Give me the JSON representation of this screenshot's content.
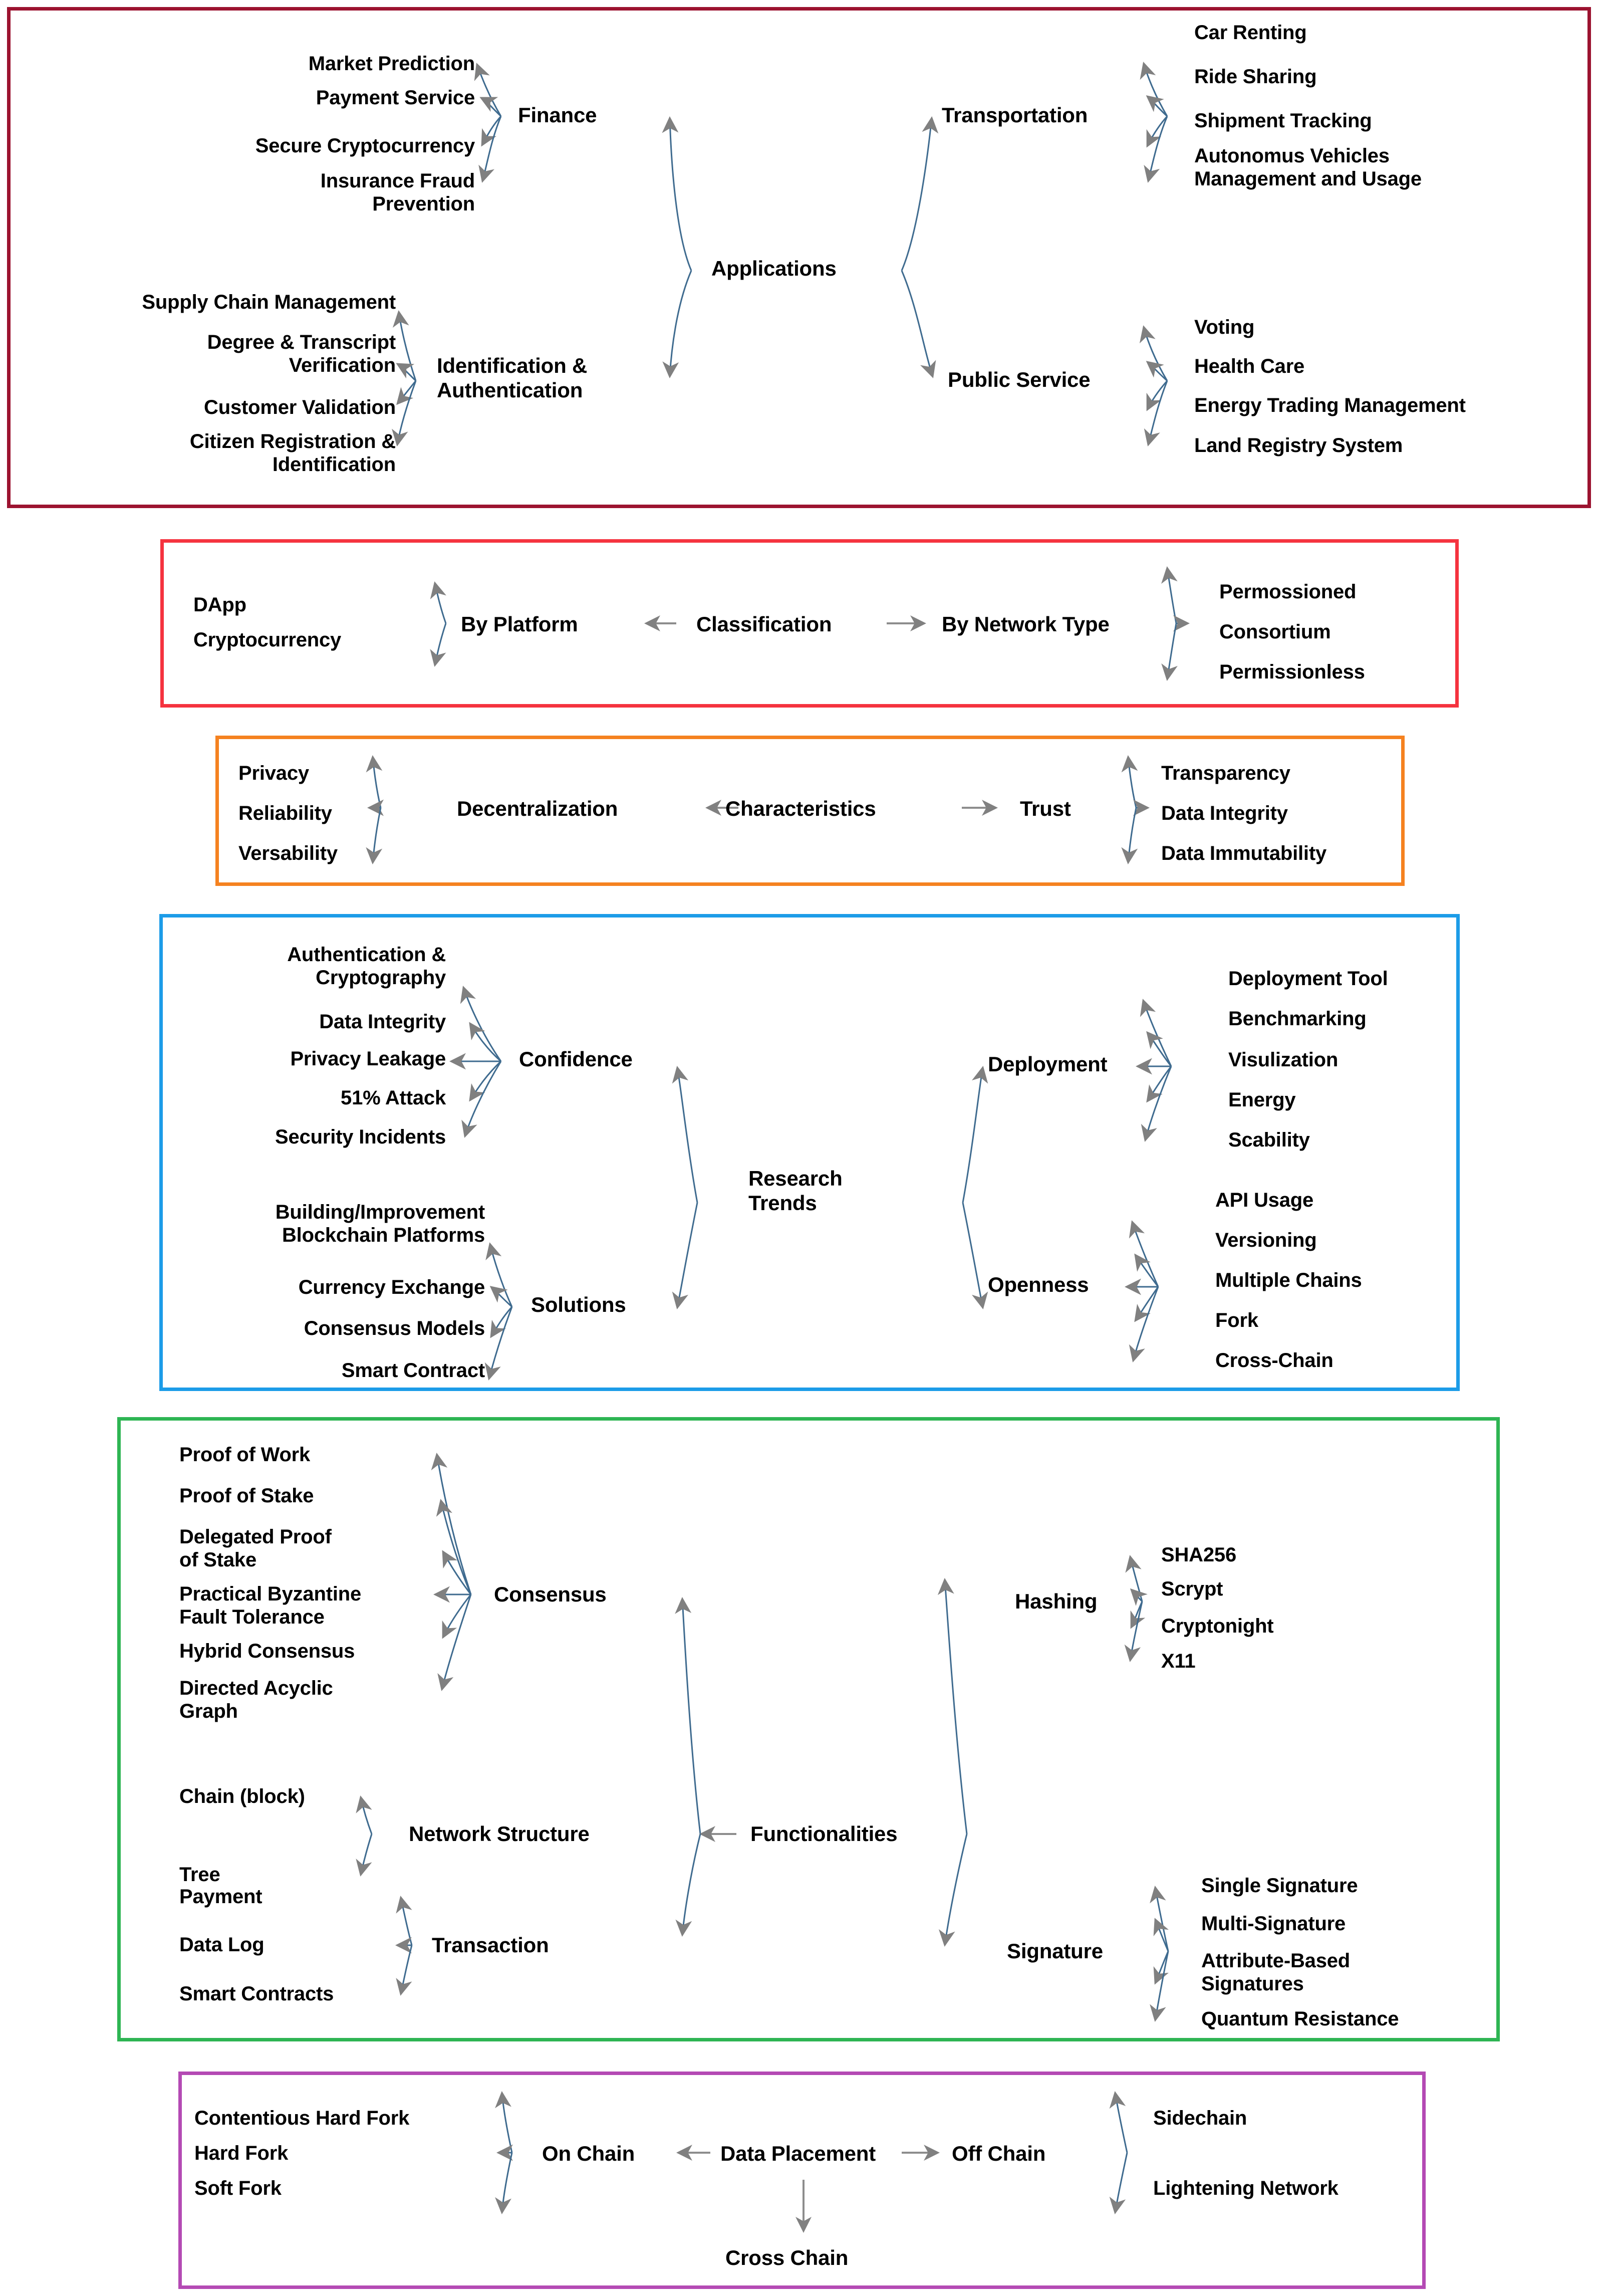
{
  "meta": {
    "title": "Blockchain Research Taxonomy Mind Map"
  },
  "colors": {
    "applications_border": "#9c1330",
    "classification_border": "#f5333f",
    "characteristics_border": "#f58220",
    "research_border": "#1c9ce8",
    "functionalities_border": "#2eb553",
    "data_placement_border": "#b44ab4",
    "text": "#000000",
    "connector": "#3f6b8f",
    "arrowhead": "#808080"
  },
  "sections": [
    {
      "id": "applications",
      "root": "Applications",
      "branches": [
        {
          "name": "Finance",
          "leaves": [
            "Market Prediction",
            "Payment Service",
            "Secure Cryptocurrency",
            "Insurance Fraud\nPrevention"
          ]
        },
        {
          "name": "Identification &\nAuthentication",
          "leaves": [
            "Supply Chain Management",
            "Degree & Transcript\nVerification",
            "Customer Validation",
            "Citizen Registration &\nIdentification"
          ]
        },
        {
          "name": "Transportation",
          "leaves": [
            "Car Renting",
            "Ride Sharing",
            "Shipment Tracking",
            "Autonomus Vehicles\nManagement and Usage"
          ]
        },
        {
          "name": "Public Service",
          "leaves": [
            "Voting",
            "Health Care",
            "Energy Trading Management",
            "Land Registry System"
          ]
        }
      ]
    },
    {
      "id": "classification",
      "root": "Classification",
      "branches": [
        {
          "name": "By Platform",
          "leaves": [
            "DApp",
            "Cryptocurrency"
          ]
        },
        {
          "name": "By Network Type",
          "leaves": [
            "Permossioned",
            "Consortium",
            "Permissionless"
          ]
        }
      ]
    },
    {
      "id": "characteristics",
      "root": "Characteristics",
      "branches": [
        {
          "name": "Decentralization",
          "leaves": [
            "Privacy",
            "Reliability",
            "Versability"
          ]
        },
        {
          "name": "Trust",
          "leaves": [
            "Transparency",
            "Data Integrity",
            "Data Immutability"
          ]
        }
      ]
    },
    {
      "id": "research_trends",
      "root": "Research\nTrends",
      "branches": [
        {
          "name": "Confidence",
          "leaves": [
            "Authentication &\nCryptography",
            "Data Integrity",
            "Privacy Leakage",
            "51% Attack",
            "Security Incidents"
          ]
        },
        {
          "name": "Solutions",
          "leaves": [
            "Building/Improvement\nBlockchain Platforms",
            "Currency Exchange",
            "Consensus Models",
            "Smart Contract"
          ]
        },
        {
          "name": "Deployment",
          "leaves": [
            "Deployment Tool",
            "Benchmarking",
            "Visulization",
            "Energy",
            "Scability"
          ]
        },
        {
          "name": "Openness",
          "leaves": [
            "API Usage",
            "Versioning",
            "Multiple Chains",
            "Fork",
            "Cross-Chain"
          ]
        }
      ]
    },
    {
      "id": "functionalities",
      "root": "Functionalities",
      "branches": [
        {
          "name": "Consensus",
          "leaves": [
            "Proof of Work",
            "Proof of Stake",
            "Delegated Proof\nof Stake",
            "Practical Byzantine\nFault Tolerance",
            "Hybrid Consensus",
            "Directed Acyclic\nGraph"
          ]
        },
        {
          "name": "Network Structure",
          "leaves": [
            "Chain (block)",
            "Tree"
          ]
        },
        {
          "name": "Transaction",
          "leaves": [
            "Payment",
            "Data Log",
            "Smart Contracts"
          ]
        },
        {
          "name": "Hashing",
          "leaves": [
            "SHA256",
            "Scrypt",
            "Cryptonight",
            "X11"
          ]
        },
        {
          "name": "Signature",
          "leaves": [
            "Single Signature",
            "Multi-Signature",
            "Attribute-Based\nSignatures",
            "Quantum Resistance"
          ]
        }
      ]
    },
    {
      "id": "data_placement",
      "root": "Data Placement",
      "branches": [
        {
          "name": "On Chain",
          "leaves": [
            "Contentious Hard Fork",
            "Hard Fork",
            "Soft Fork"
          ]
        },
        {
          "name": "Off Chain",
          "leaves": [
            "Sidechain",
            "Lightening Network"
          ]
        },
        {
          "name": "Cross Chain",
          "leaves": []
        }
      ]
    }
  ]
}
